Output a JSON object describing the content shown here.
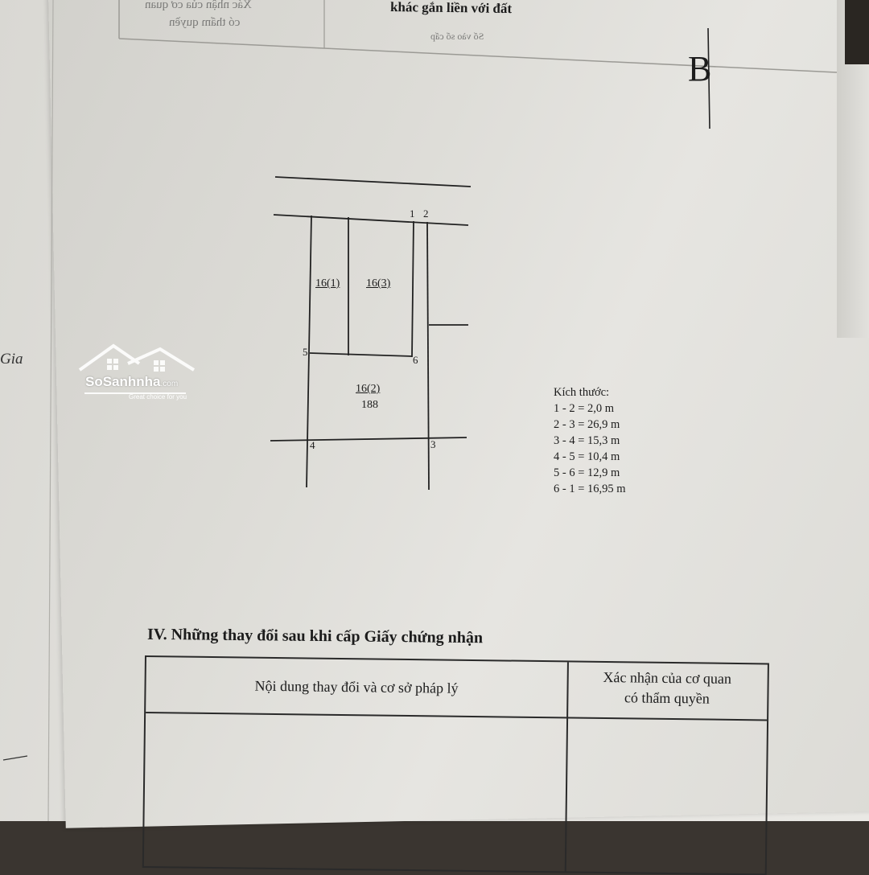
{
  "header": {
    "title_fragment": "khác gắn liền với đất",
    "mirrored_line_1": "Xác nhận của cơ quan",
    "mirrored_line_2": "có thẩm quyền",
    "mirrored_line_3": "Số vào sổ cấp"
  },
  "north_symbol": "B",
  "margin_text": "Gia",
  "plot": {
    "parcels": [
      {
        "label": "16(1)"
      },
      {
        "label": "16(3)"
      },
      {
        "label": "16(2)",
        "area": "188"
      }
    ],
    "points": [
      "1",
      "2",
      "3",
      "4",
      "5",
      "6"
    ]
  },
  "dimensions": {
    "title": "Kích thước:",
    "rows": [
      "1 - 2 = 2,0 m",
      "2 - 3 = 26,9 m",
      "3 - 4 = 15,3 m",
      "4 - 5 = 10,4 m",
      "5 - 6 = 12,9 m",
      "6 - 1 = 16,95 m"
    ]
  },
  "watermark": {
    "brand": "SoSanhnha",
    "domain": ".com",
    "tagline": "Great choice for you"
  },
  "section": {
    "title": "IV. Những thay đổi sau khi cấp Giấy chứng nhận",
    "col1": "Nội dung thay đổi và cơ sở pháp lý",
    "col2_line1": "Xác nhận của cơ quan",
    "col2_line2": "có thẩm quyền"
  }
}
